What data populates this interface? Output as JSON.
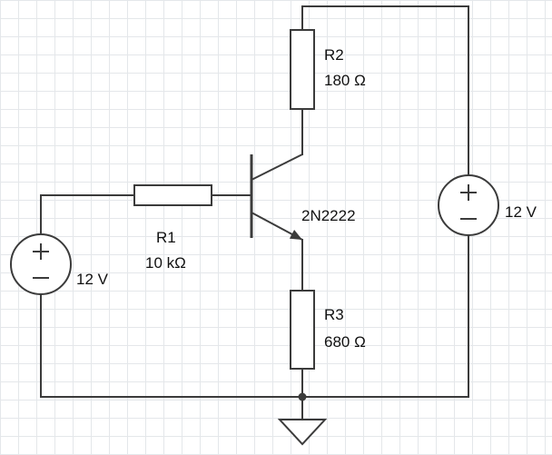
{
  "components": {
    "r1": {
      "ref": "R1",
      "value": "10 kΩ"
    },
    "r2": {
      "ref": "R2",
      "value": "180 Ω"
    },
    "r3": {
      "ref": "R3",
      "value": "680 Ω"
    },
    "transistor": {
      "ref": "2N2222"
    },
    "source_left": {
      "value": "12 V"
    },
    "source_right": {
      "value": "12 V"
    }
  },
  "colors": {
    "stroke": "#3b3b3b",
    "text": "#111111",
    "grid": "#e4e7ea",
    "background": "#ffffff"
  }
}
